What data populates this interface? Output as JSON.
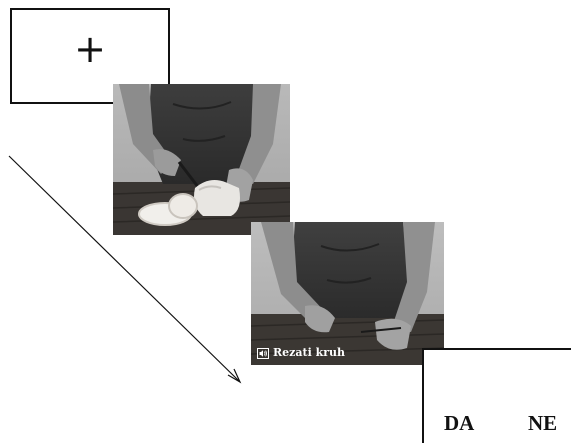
{
  "fixation": {
    "symbol": "+"
  },
  "frames": [
    {
      "scene": "cutting-bread-photo"
    },
    {
      "scene": "hands-on-table-photo"
    }
  ],
  "audio_caption": {
    "icon": "speaker-icon",
    "text": "Rezati kruh"
  },
  "response": {
    "yes_label": "DA",
    "no_label": "NE"
  },
  "colors": {
    "line": "#111111",
    "caption_text": "#ffffff"
  }
}
